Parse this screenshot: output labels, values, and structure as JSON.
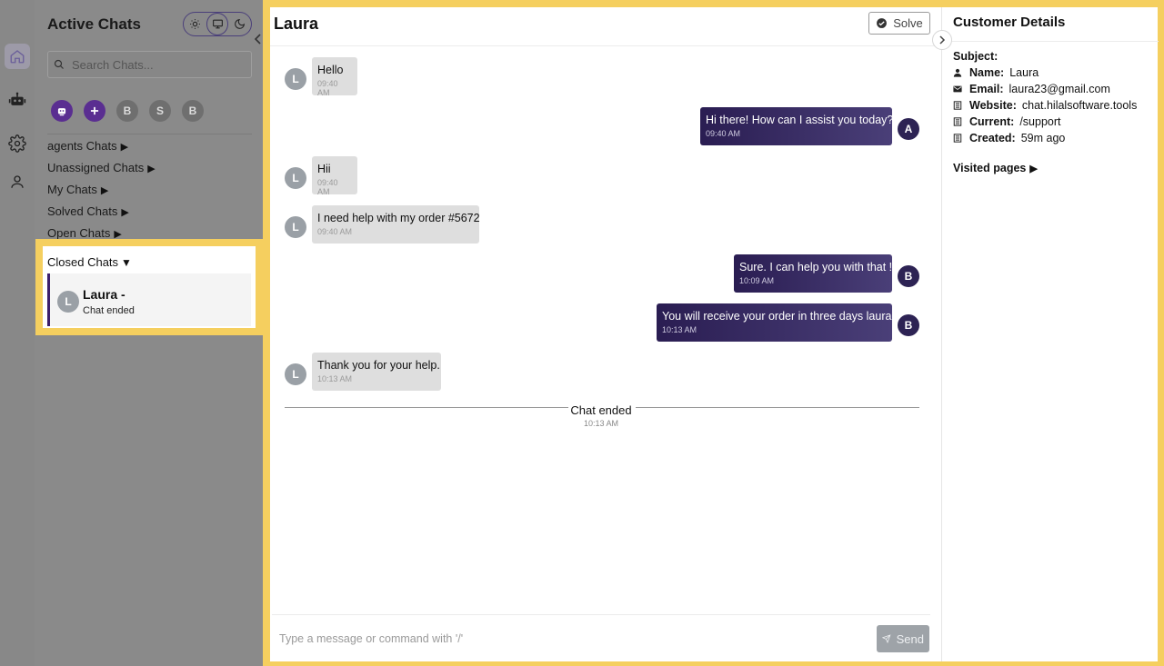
{
  "sidebar": {
    "title": "Active Chats",
    "search_placeholder": "Search Chats...",
    "filter_avatars": [
      "B",
      "S",
      "B"
    ],
    "categories": [
      {
        "label": "agents Chats",
        "arrow": "▶"
      },
      {
        "label": "Unassigned Chats",
        "arrow": "▶"
      },
      {
        "label": "My Chats",
        "arrow": "▶"
      },
      {
        "label": "Solved Chats",
        "arrow": "▶"
      },
      {
        "label": "Open Chats",
        "arrow": "▶"
      }
    ],
    "closed": {
      "label": "Closed Chats",
      "arrow": "▼",
      "item": {
        "initial": "L",
        "name": "Laura -",
        "status": "Chat ended"
      }
    }
  },
  "chat": {
    "title": "Laura",
    "solve_label": "Solve",
    "messages": [
      {
        "dir": "in",
        "avatar": "L",
        "text": "Hello",
        "time": "09:40 AM"
      },
      {
        "dir": "out",
        "avatar": "A",
        "text": "Hi there! How can I assist you today?",
        "time": "09:40 AM"
      },
      {
        "dir": "in",
        "avatar": "L",
        "text": "Hii",
        "time": "09:40 AM"
      },
      {
        "dir": "in",
        "avatar": "L",
        "text": "I need help with my order #5672",
        "time": "09:40 AM"
      },
      {
        "dir": "out",
        "avatar": "B",
        "text": "Sure. I can help you with that !",
        "time": "10:09 AM"
      },
      {
        "dir": "out",
        "avatar": "B",
        "text": "You will receive your order in three days laura.",
        "time": "10:13 AM"
      },
      {
        "dir": "in",
        "avatar": "L",
        "text": "Thank you for your help.",
        "time": "10:13 AM"
      }
    ],
    "ended": {
      "text": "Chat ended",
      "time": "10:13 AM"
    },
    "composer_placeholder": "Type a message or command with '/'",
    "send_label": "Send"
  },
  "details": {
    "title": "Customer Details",
    "subject_label": "Subject:",
    "fields": [
      {
        "icon": "person-icon",
        "label": "Name:",
        "value": "Laura"
      },
      {
        "icon": "mail-icon",
        "label": "Email:",
        "value": "laura23@gmail.com"
      },
      {
        "icon": "document-icon",
        "label": "Website:",
        "value": "chat.hilalsoftware.tools"
      },
      {
        "icon": "document-icon",
        "label": "Current:",
        "value": "/support"
      },
      {
        "icon": "document-icon",
        "label": "Created:",
        "value": "59m ago"
      }
    ],
    "visited_label": "Visited pages",
    "visited_arrow": "▶"
  },
  "colors": {
    "highlight": "#f5cf5f",
    "outgoing_bubble": "#2a1d52",
    "accent_purple": "#5a2e91"
  }
}
